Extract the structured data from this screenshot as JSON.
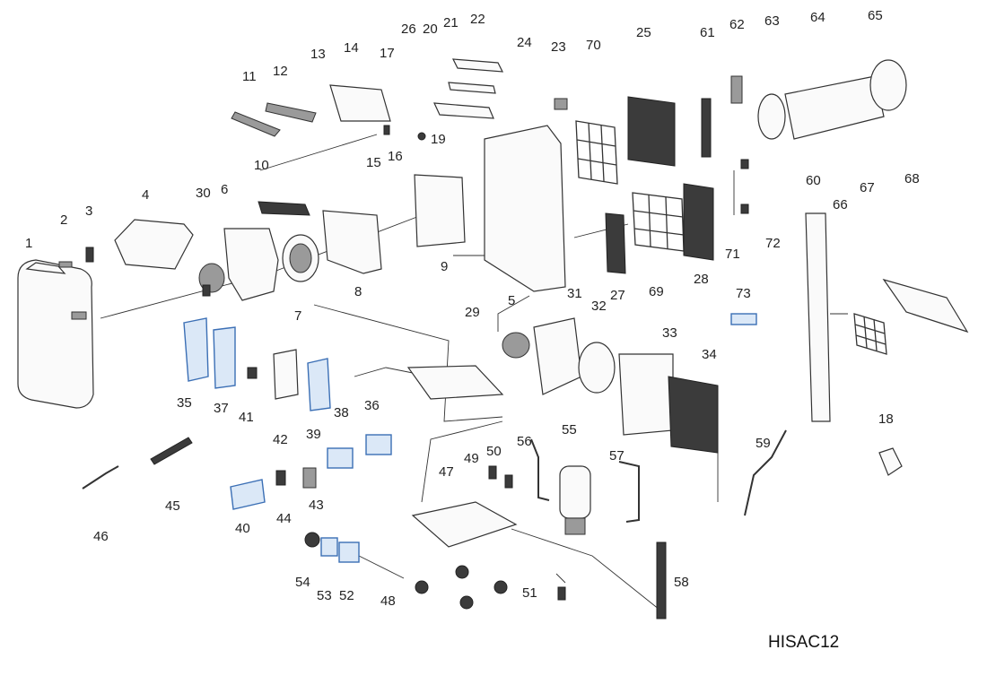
{
  "diagram": {
    "model": "HISAC12",
    "part_labels": [
      "1",
      "2",
      "3",
      "4",
      "5",
      "6",
      "7",
      "8",
      "9",
      "10",
      "11",
      "12",
      "13",
      "14",
      "15",
      "16",
      "17",
      "18",
      "19",
      "20",
      "21",
      "22",
      "23",
      "24",
      "25",
      "26",
      "27",
      "28",
      "29",
      "30",
      "31",
      "32",
      "33",
      "34",
      "35",
      "36",
      "37",
      "38",
      "39",
      "40",
      "41",
      "42",
      "43",
      "44",
      "45",
      "46",
      "47",
      "48",
      "49",
      "50",
      "51",
      "52",
      "53",
      "54",
      "55",
      "56",
      "57",
      "58",
      "59",
      "60",
      "61",
      "62",
      "63",
      "64",
      "65",
      "66",
      "67",
      "68",
      "69",
      "70",
      "71",
      "72",
      "73"
    ],
    "highlight_color": "#3b6fb5",
    "line_color": "#333333"
  }
}
